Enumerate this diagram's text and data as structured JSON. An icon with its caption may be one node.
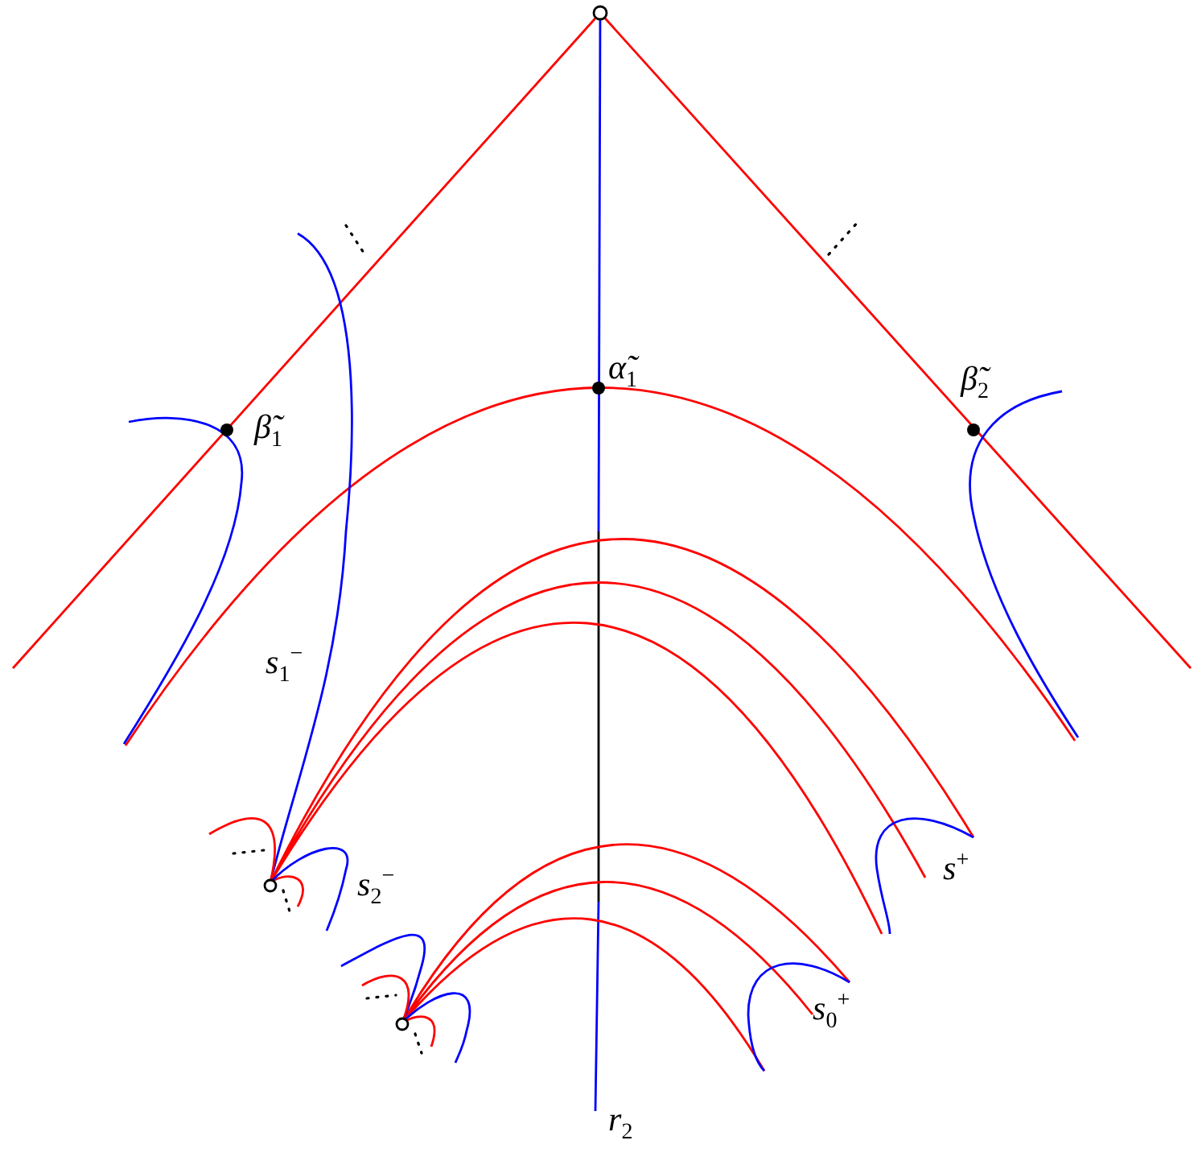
{
  "diagram": {
    "labels": [
      "*α̃*$_{1}$",
      "*β̃*$_{1}$",
      "*β̃*$_{2}$",
      "*s*$_{1}$$^{−}$",
      "*s*$_{2}$$^{−}$",
      "*s*$^{+}$",
      "*s*$_{0}$$^{+}$",
      "*r*$_{2}$"
    ]
  }
}
